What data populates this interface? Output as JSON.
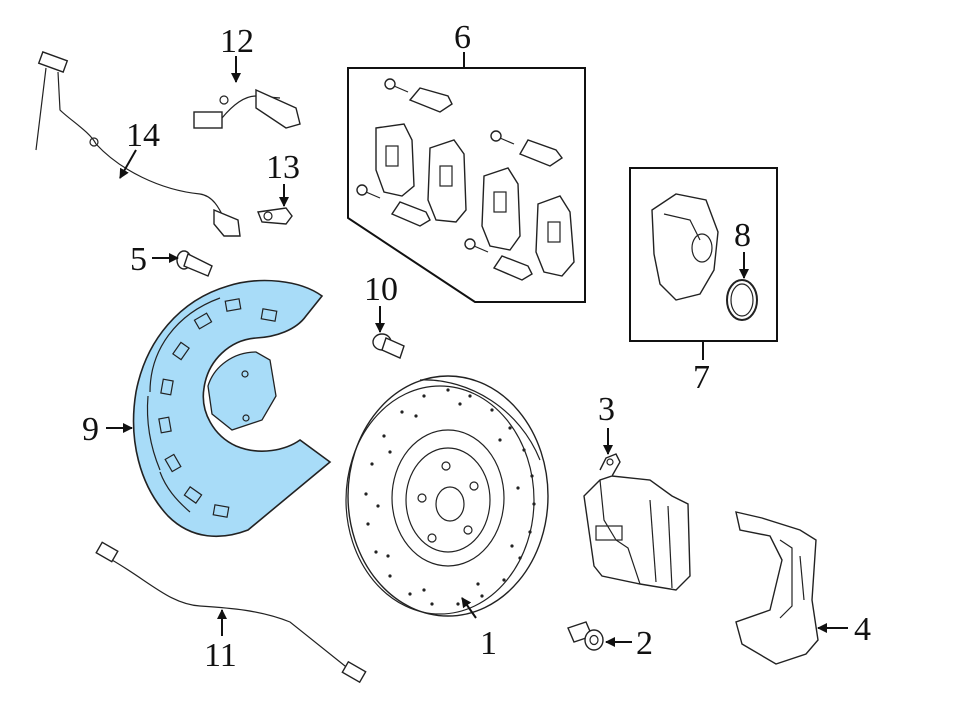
{
  "diagram": {
    "callouts": [
      {
        "id": "c1",
        "text": "1"
      },
      {
        "id": "c2",
        "text": "2"
      },
      {
        "id": "c3",
        "text": "3"
      },
      {
        "id": "c4",
        "text": "4"
      },
      {
        "id": "c5",
        "text": "5"
      },
      {
        "id": "c6",
        "text": "6"
      },
      {
        "id": "c7",
        "text": "7"
      },
      {
        "id": "c8",
        "text": "8"
      },
      {
        "id": "c9",
        "text": "9"
      },
      {
        "id": "c10",
        "text": "10"
      },
      {
        "id": "c11",
        "text": "11"
      },
      {
        "id": "c12",
        "text": "12"
      },
      {
        "id": "c13",
        "text": "13"
      },
      {
        "id": "c14",
        "text": "14"
      }
    ],
    "highlight_color": "#a8dcf8",
    "line_color": "#111111"
  }
}
